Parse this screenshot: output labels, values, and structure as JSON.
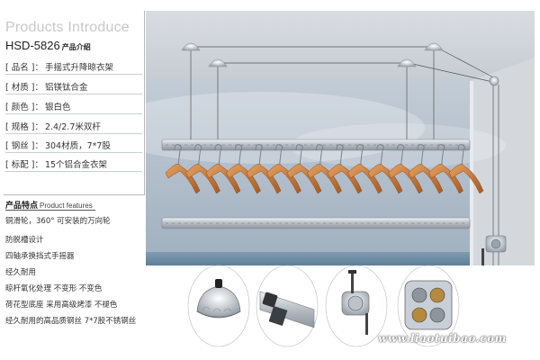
{
  "panel": {
    "title_en": "Products Introduce",
    "model": "HSD-5826",
    "model_sub": "产品介绍"
  },
  "specs": [
    {
      "key": "[ 品名 ]：",
      "value": "手摇式升降晾衣架"
    },
    {
      "key": "[ 材质 ]：",
      "value": "铝镁钛合金"
    },
    {
      "key": "[ 颜色 ]：",
      "value": "银白色"
    },
    {
      "key": "[ 规格 ]：",
      "value": "2.4/2.7米双杆"
    },
    {
      "key": "[ 钢丝 ]：",
      "value": "304材质，7*7股"
    },
    {
      "key": "[ 标配 ]：",
      "value": "15个铝合金衣架"
    }
  ],
  "features_header": {
    "cn": "产品特点",
    "en": "Product features"
  },
  "features": [
    "铜滑轮，360° 可安装的万向轮",
    "防脱槽设计",
    "四轴承换挡式手摇器",
    "经久耐用",
    "晾杆氧化处理  不变形  不变色",
    "荷花型底座  采用高级烤漆  不褪色",
    "经久耐用的高品质钢丝  7*7股不锈钢丝"
  ],
  "watermark": "www.liaotuibao.com",
  "colors": {
    "sky": "#a9b7c4",
    "sea": "#6f8fa6",
    "rod": "#c9cfd6",
    "hanger": "#c4732c",
    "title_gray": "#c8c8c8"
  },
  "icons": [
    "pulley-icon",
    "rod-bracket-icon",
    "crank-handle-icon",
    "gear-box-icon"
  ]
}
